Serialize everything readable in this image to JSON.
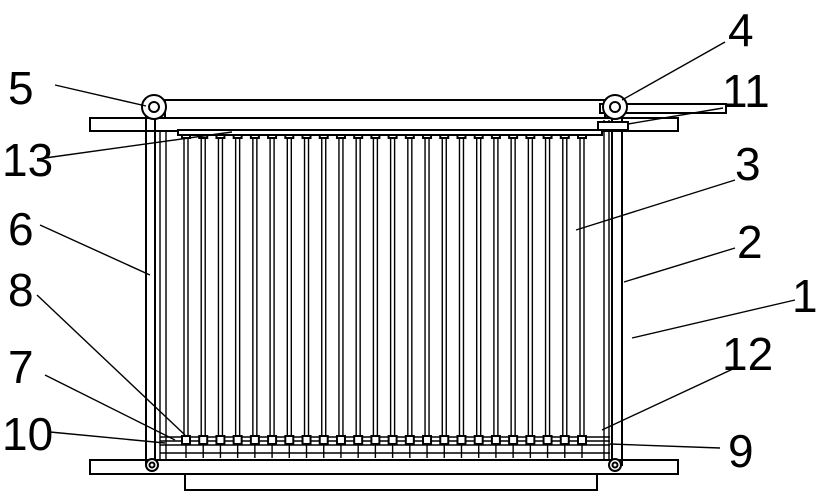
{
  "figure": {
    "callouts": [
      {
        "id": "1",
        "label": "1"
      },
      {
        "id": "2",
        "label": "2"
      },
      {
        "id": "3",
        "label": "3"
      },
      {
        "id": "4",
        "label": "4"
      },
      {
        "id": "5",
        "label": "5"
      },
      {
        "id": "6",
        "label": "6"
      },
      {
        "id": "7",
        "label": "7"
      },
      {
        "id": "8",
        "label": "8"
      },
      {
        "id": "9",
        "label": "9"
      },
      {
        "id": "10",
        "label": "10"
      },
      {
        "id": "11",
        "label": "11"
      },
      {
        "id": "12",
        "label": "12"
      },
      {
        "id": "13",
        "label": "13"
      }
    ],
    "tube_count": 24,
    "line_color": "#000000",
    "background": "#ffffff"
  }
}
